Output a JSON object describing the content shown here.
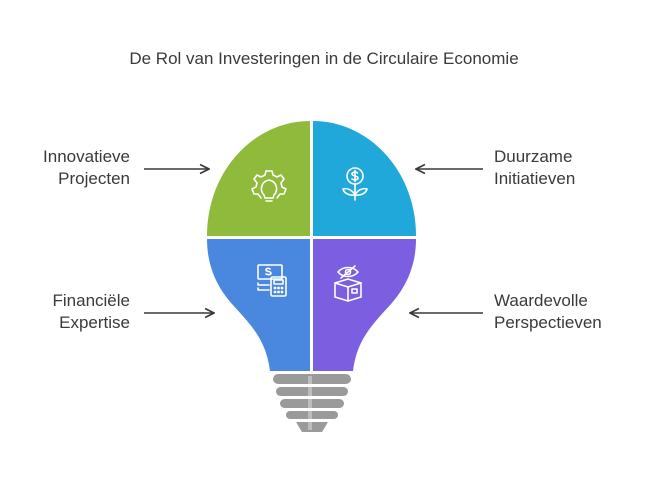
{
  "title": "De Rol van Investeringen in de Circulaire Economie",
  "quadrants": {
    "top_left": {
      "label_line1": "Innovatieve",
      "label_line2": "Projecten",
      "color": "#8fba3b",
      "icon": "gear-lightbulb-icon"
    },
    "top_right": {
      "label_line1": "Duurzame",
      "label_line2": "Initiatieven",
      "color": "#1fa8d9",
      "icon": "dollar-plant-icon"
    },
    "bottom_left": {
      "label_line1": "Financiële",
      "label_line2": "Expertise",
      "color": "#4a88e0",
      "icon": "money-calculator-icon"
    },
    "bottom_right": {
      "label_line1": "Waardevolle",
      "label_line2": "Perspectieven",
      "color": "#7b5fe0",
      "icon": "eye-box-icon"
    }
  },
  "base_color": "#9a9a9a"
}
